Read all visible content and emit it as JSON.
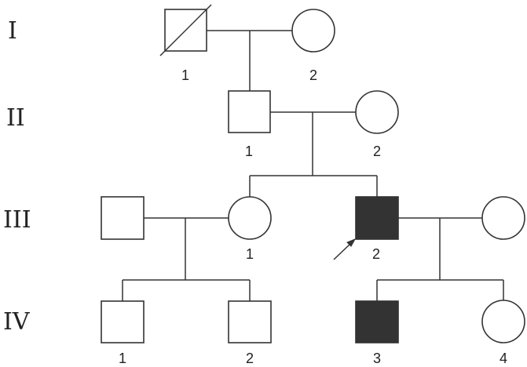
{
  "colors": {
    "line": "#333333",
    "affected": "#333333",
    "unaffected": "#ffffff",
    "text": "#222222"
  },
  "generations": [
    {
      "id": "I",
      "label": "I"
    },
    {
      "id": "II",
      "label": "II"
    },
    {
      "id": "III",
      "label": "III"
    },
    {
      "id": "IV",
      "label": "IV"
    }
  ],
  "individuals": [
    {
      "id": "I-1",
      "gen": "I",
      "label": "1",
      "sex": "male",
      "affected": false,
      "deceased": true,
      "proband": false
    },
    {
      "id": "I-2",
      "gen": "I",
      "label": "2",
      "sex": "female",
      "affected": false,
      "deceased": false,
      "proband": false
    },
    {
      "id": "II-1",
      "gen": "II",
      "label": "1",
      "sex": "male",
      "affected": false,
      "deceased": false,
      "proband": false
    },
    {
      "id": "II-2",
      "gen": "II",
      "label": "2",
      "sex": "female",
      "affected": false,
      "deceased": false,
      "proband": false
    },
    {
      "id": "III-spouse",
      "gen": "III",
      "label": "",
      "sex": "male",
      "affected": false,
      "deceased": false,
      "proband": false
    },
    {
      "id": "III-1",
      "gen": "III",
      "label": "1",
      "sex": "female",
      "affected": false,
      "deceased": false,
      "proband": false
    },
    {
      "id": "III-2",
      "gen": "III",
      "label": "2",
      "sex": "male",
      "affected": true,
      "deceased": false,
      "proband": true
    },
    {
      "id": "III-wife",
      "gen": "III",
      "label": "",
      "sex": "female",
      "affected": false,
      "deceased": false,
      "proband": false
    },
    {
      "id": "IV-1",
      "gen": "IV",
      "label": "1",
      "sex": "male",
      "affected": false,
      "deceased": false,
      "proband": false
    },
    {
      "id": "IV-2",
      "gen": "IV",
      "label": "2",
      "sex": "male",
      "affected": false,
      "deceased": false,
      "proband": false
    },
    {
      "id": "IV-3",
      "gen": "IV",
      "label": "3",
      "sex": "male",
      "affected": true,
      "deceased": false,
      "proband": false
    },
    {
      "id": "IV-4",
      "gen": "IV",
      "label": "4",
      "sex": "female",
      "affected": false,
      "deceased": false,
      "proband": false
    }
  ],
  "unions": [
    {
      "partners": [
        "I-1",
        "I-2"
      ],
      "children": [
        "II-1"
      ]
    },
    {
      "partners": [
        "II-1",
        "II-2"
      ],
      "children": [
        "III-1",
        "III-2"
      ]
    },
    {
      "partners": [
        "III-spouse",
        "III-1"
      ],
      "children": [
        "IV-1",
        "IV-2"
      ]
    },
    {
      "partners": [
        "III-2",
        "III-wife"
      ],
      "children": [
        "IV-3",
        "IV-4"
      ]
    }
  ]
}
